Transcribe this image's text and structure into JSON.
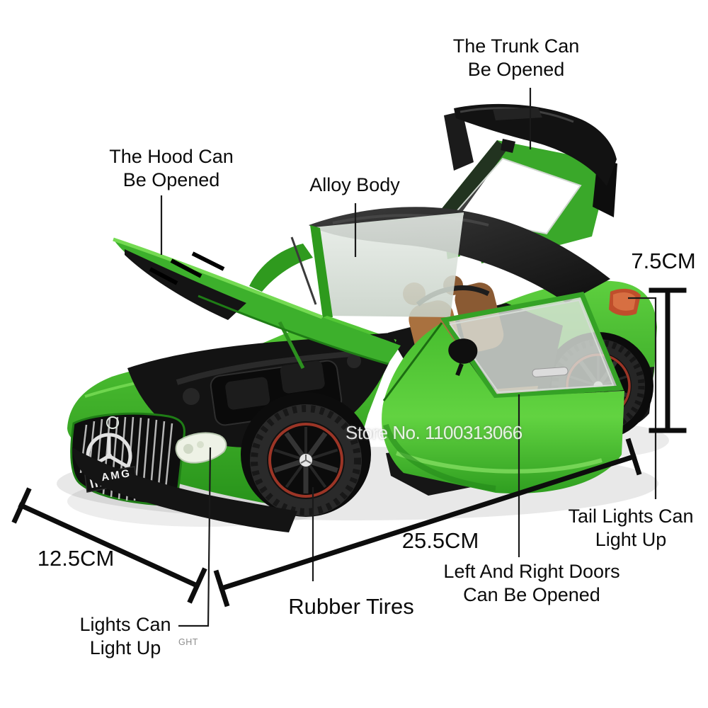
{
  "image": {
    "type": "product-feature-diagram",
    "subject": "Green die-cast model sports car with opening doors, hood and trunk",
    "background_color": "#ffffff"
  },
  "watermark": {
    "store_number": "Store No. 1100313066",
    "corner_fragment": "GHT"
  },
  "callouts": {
    "trunk": {
      "line1": "The Trunk Can",
      "line2": "Be Opened"
    },
    "hood": {
      "line1": "The Hood Can",
      "line2": "Be Opened"
    },
    "alloy_body": {
      "label": "Alloy Body"
    },
    "tail_lights": {
      "line1": "Tail Lights Can",
      "line2": "Light Up"
    },
    "doors": {
      "line1": "Left And Right Doors",
      "line2": "Can Be Opened"
    },
    "rubber_tires": {
      "label": "Rubber Tires"
    },
    "front_lights": {
      "line1": "Lights Can",
      "line2": "Light Up"
    }
  },
  "dimensions": {
    "height": "7.5CM",
    "length": "25.5CM",
    "width": "12.5CM"
  },
  "car": {
    "badge": "AMG",
    "colors": {
      "body_green": "#3fae2c",
      "body_green_light": "#6ad649",
      "roof_black": "#1d1d1d",
      "interior_tan": "#a9713f",
      "rim_ring_red": "#9c3526",
      "tail_light": "#bf4e2b",
      "annotation_text": "#0b0b0b"
    }
  }
}
